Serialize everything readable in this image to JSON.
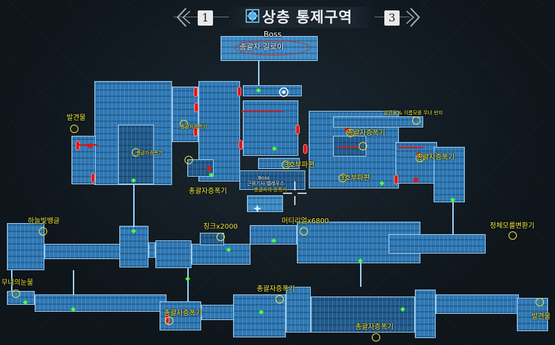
{
  "header": {
    "title": "상층 통제구역",
    "prev_page": "1",
    "next_page": "3"
  },
  "boss_main": {
    "tag": "Boss",
    "name": "총괄자 길로이"
  },
  "boss_mid": {
    "tag": "Boss",
    "name": "근위기사 벨레우스",
    "sub": "총괄자의 증폭기"
  },
  "labels": {
    "discovery_top_left": "발견물",
    "amplifier_small_1": "총괄자증폭기",
    "amplifier_left_room": "총괄자증폭기",
    "amplifier_left_bottom": "총괄자증폭기",
    "fragment_1": "3호부파편",
    "fragment_2": "3호부파편",
    "amplifier_center_right": "총괄자증폭기",
    "discovery_ring": "발견물 & 이름모를 무녀 반지",
    "amplifier_right": "총괄자증폭기",
    "sky_shell": "하늘빛뱅글",
    "zinc": "징크x2000",
    "material": "머티리얼x6800",
    "transformer": "정체모를변환기",
    "shaman_tears": "무녀의눈물",
    "amplifier_lower_center": "총괄자증폭기",
    "amplifier_lower_left": "총괄자증폭기",
    "amplifier_bottom": "총괄자증폭기",
    "discovery_bottom_right": "발견물"
  },
  "colors": {
    "room": "#2f78b4",
    "room_border": "#9fcff2",
    "label": "#f4ea3a",
    "checkpoint": "#4cff3c",
    "door": "#e01515"
  }
}
